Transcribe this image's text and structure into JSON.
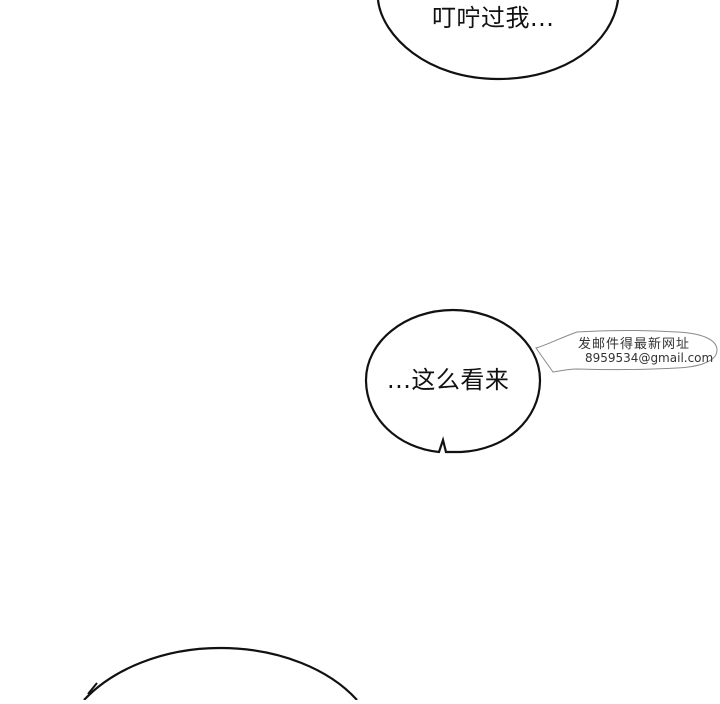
{
  "panel": {
    "top_bubble_text": "叮咛过我...",
    "middle_bubble_text": "...这么看来",
    "watermark": {
      "line1": "发邮件得最新网址",
      "line2": "8959534@gmail.com"
    }
  }
}
